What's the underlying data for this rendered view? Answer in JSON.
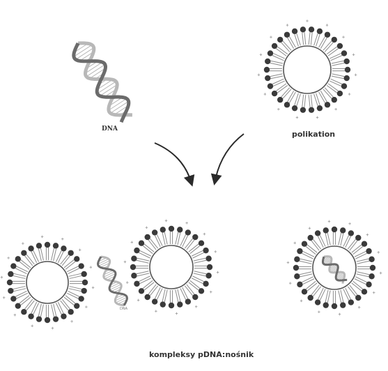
{
  "labels": {
    "dna": "DNA",
    "polycation": "polikation",
    "complexes": "kompleksy pDNA:nośnik",
    "small_dna": "DNA"
  },
  "colors": {
    "lipid_head": "#3a3a3a",
    "lipid_tail": "#8a8a8a",
    "charge": "#9a9a9a",
    "helix_dark": "#6b6b6b",
    "helix_light": "#b8b8b8",
    "arrow": "#2a2a2a"
  }
}
